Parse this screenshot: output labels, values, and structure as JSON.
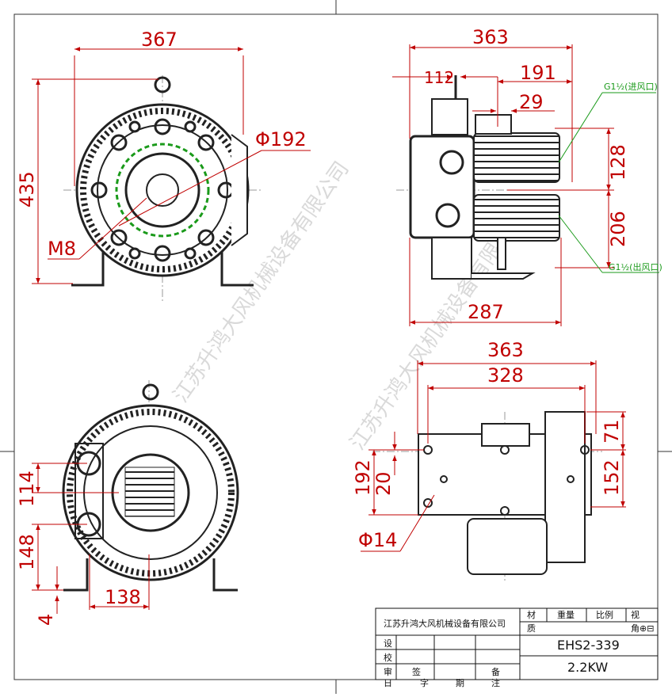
{
  "watermark": "江苏升鸿大风机械设备有限公司",
  "views": {
    "front": {
      "width_label": "367",
      "height_label": "435",
      "diameter_label": "Φ192",
      "bolt_label": "M8"
    },
    "side": {
      "total_width_label": "363",
      "dim_112": "112",
      "dim_191": "191",
      "dim_29": "29",
      "dim_128": "128",
      "dim_206": "206",
      "base_label": "287",
      "inlet_label": "G1½(进风口)",
      "outlet_label": "G1½(出风口)"
    },
    "rear": {
      "dim_114": "114",
      "dim_148": "148",
      "dim_138": "138",
      "dim_4": "4"
    },
    "bottom": {
      "width_label": "363",
      "hole_span_label": "328",
      "height_192": "192",
      "dim_20": "20",
      "dim_71": "71",
      "dim_152": "152",
      "hole_label": "Φ14"
    }
  },
  "title_block": {
    "company": "江苏升鸿大风机械设备有限公司",
    "material_label": "材",
    "material_label2": "质",
    "weight_label": "重量",
    "scale_label": "比例",
    "view_label": "视",
    "view_symbol": "角⊕⊟",
    "model": "EHS2-339",
    "power": "2.2KW",
    "row_design": "设",
    "row_check": "校",
    "row_audit": "审",
    "row_date": "日",
    "col_sign": "签",
    "col_char": "字",
    "col_date": "期",
    "col_note": "备",
    "col_note2": "注"
  }
}
